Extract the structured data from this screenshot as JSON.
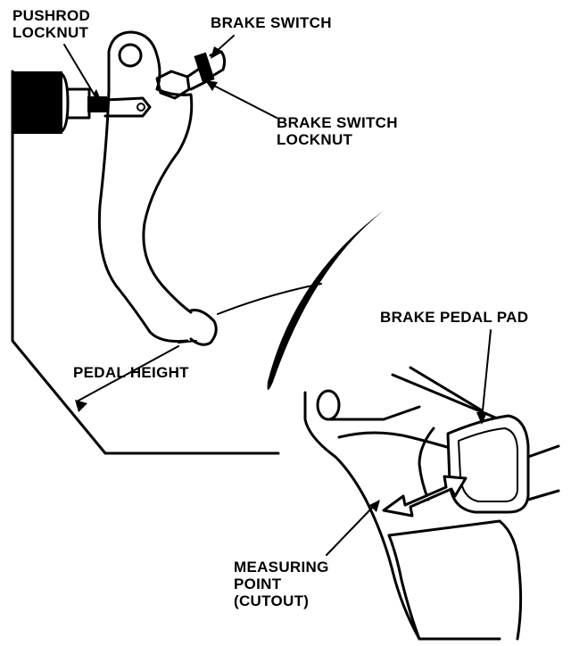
{
  "labels": {
    "pushrod_locknut": [
      "PUSHROD",
      "LOCKNUT"
    ],
    "brake_switch": "BRAKE SWITCH",
    "brake_switch_locknut": [
      "BRAKE SWITCH",
      "LOCKNUT"
    ],
    "brake_pedal_pad": "BRAKE PEDAL PAD",
    "pedal_height": "PEDAL HEIGHT",
    "measuring_point": [
      "MEASURING",
      "POINT",
      "(CUTOUT)"
    ]
  }
}
